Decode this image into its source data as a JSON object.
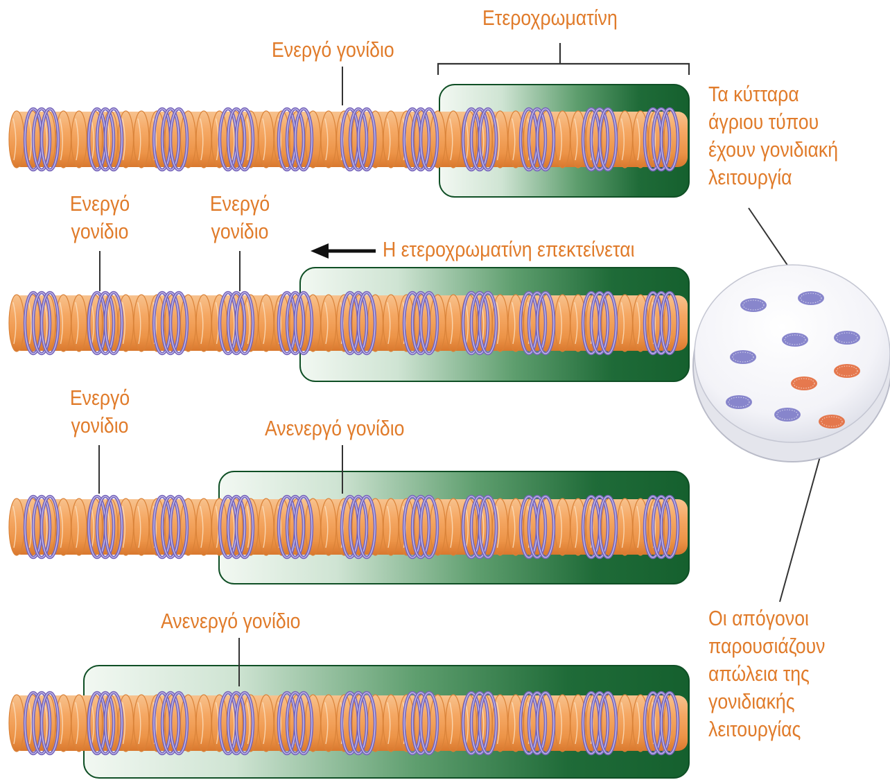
{
  "strands": [
    {
      "id": "strand-1",
      "labels": {
        "heterochromatin": "Ετεροχρωματίνη",
        "active_gene": "Ενεργό γονίδιο"
      }
    },
    {
      "id": "strand-2",
      "labels": {
        "active_gene_a": [
          "Ενεργό",
          "γονίδιο"
        ],
        "active_gene_b": [
          "Ενεργό",
          "γονίδιο"
        ],
        "spreading": "Η ετεροχρωματίνη επεκτείνεται"
      }
    },
    {
      "id": "strand-3",
      "labels": {
        "active_gene": [
          "Ενεργό",
          "γονίδιο"
        ],
        "inactive_gene": "Ανενεργό γονίδιο"
      }
    },
    {
      "id": "strand-4",
      "labels": {
        "inactive_gene": "Ανενεργό γονίδιο"
      }
    }
  ],
  "dish": {
    "wild_type_label": [
      "Τα κύτταρα",
      "άγριου τύπου",
      "έχουν γονιδιακή",
      "λειτουργία"
    ],
    "offspring_label": [
      "Οι απόγονοι",
      "παρουσιάζουν",
      "απώλεια της",
      "γονιδιακής",
      "λειτουργίας"
    ]
  },
  "colors": {
    "label_text": "#E07B2A",
    "chromatin": "#F0A05A",
    "coil": "#7766BB",
    "heterochromatin": "#1E6B37",
    "colony_active": "#7B79C6",
    "colony_lost": "#E36A3B"
  }
}
